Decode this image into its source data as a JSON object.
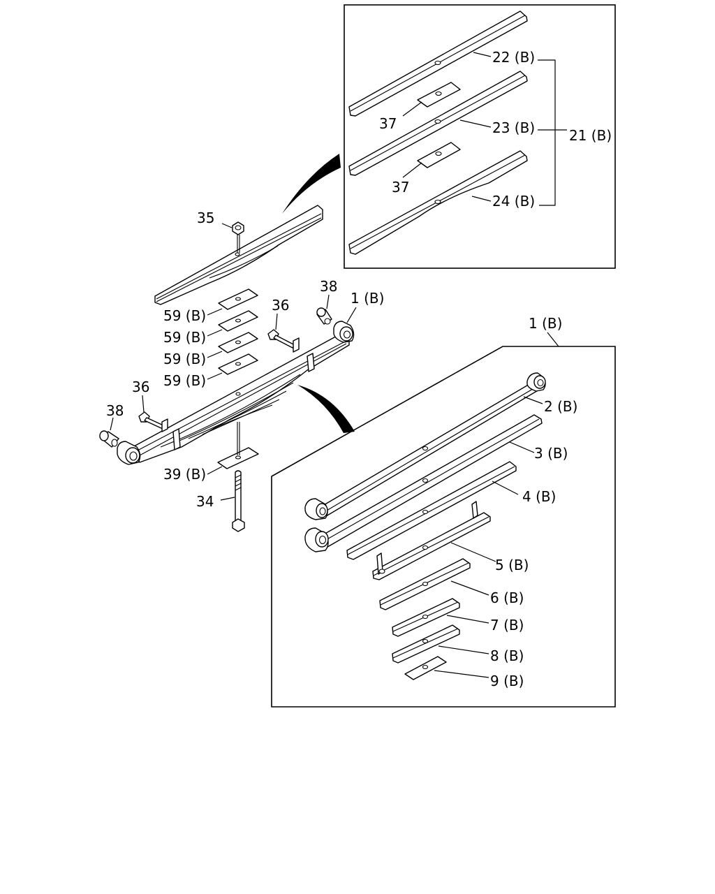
{
  "labels": {
    "p22": "22 (B)",
    "p23": "23 (B)",
    "p24": "24 (B)",
    "p21": "21 (B)",
    "p37a": "37",
    "p37b": "37",
    "p35": "35",
    "p38a": "38",
    "p38b": "38",
    "p36a": "36",
    "p36b": "36",
    "p1a": "1 (B)",
    "p1b": "1 (B)",
    "p59a": "59 (B)",
    "p59b": "59 (B)",
    "p59c": "59 (B)",
    "p59d": "59 (B)",
    "p39": "39 (B)",
    "p34": "34",
    "p2": "2 (B)",
    "p3": "3 (B)",
    "p4": "4 (B)",
    "p5": "5 (B)",
    "p6": "6 (B)",
    "p7": "7 (B)",
    "p8": "8 (B)",
    "p9": "9 (B)"
  }
}
